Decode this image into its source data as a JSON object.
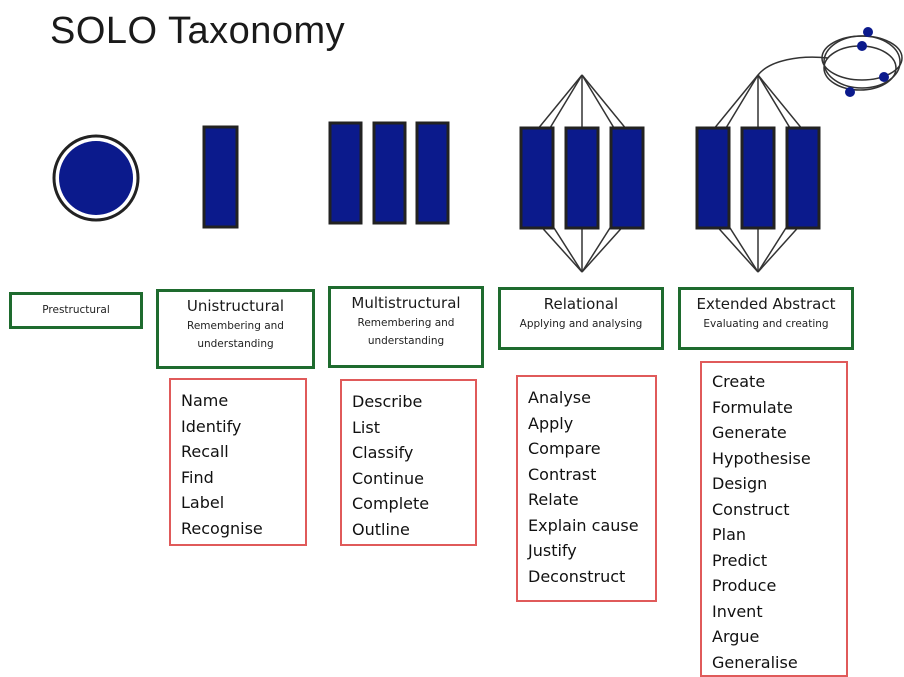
{
  "title": "SOLO Taxonomy",
  "levels": [
    {
      "name": "Prestructural",
      "subtitle": "",
      "verbs": []
    },
    {
      "name": "Unistructural",
      "subtitle": "Remembering and understanding",
      "verbs": [
        "Name",
        "Identify",
        "Recall",
        "Find",
        "Label",
        "Recognise"
      ]
    },
    {
      "name": "Multistructural",
      "subtitle": "Remembering and understanding",
      "verbs": [
        "Describe",
        "List",
        "Classify",
        "Continue",
        "Complete",
        "Outline"
      ]
    },
    {
      "name": "Relational",
      "subtitle": "Applying and analysing",
      "verbs": [
        "Analyse",
        "Apply",
        "Compare",
        "Contrast",
        "Relate",
        "Explain cause",
        "Justify",
        "Deconstruct"
      ]
    },
    {
      "name": "Extended Abstract",
      "subtitle": "Evaluating and creating",
      "verbs": [
        "Create",
        "Formulate",
        "Generate",
        "Hypothesise",
        "Design",
        "Construct",
        "Plan",
        "Predict",
        "Produce",
        "Invent",
        "Argue",
        "Generalise"
      ]
    }
  ],
  "colors": {
    "shape_fill": "#0b1a8c",
    "level_border": "#1e6b2e",
    "verb_border": "#e05a5a"
  }
}
